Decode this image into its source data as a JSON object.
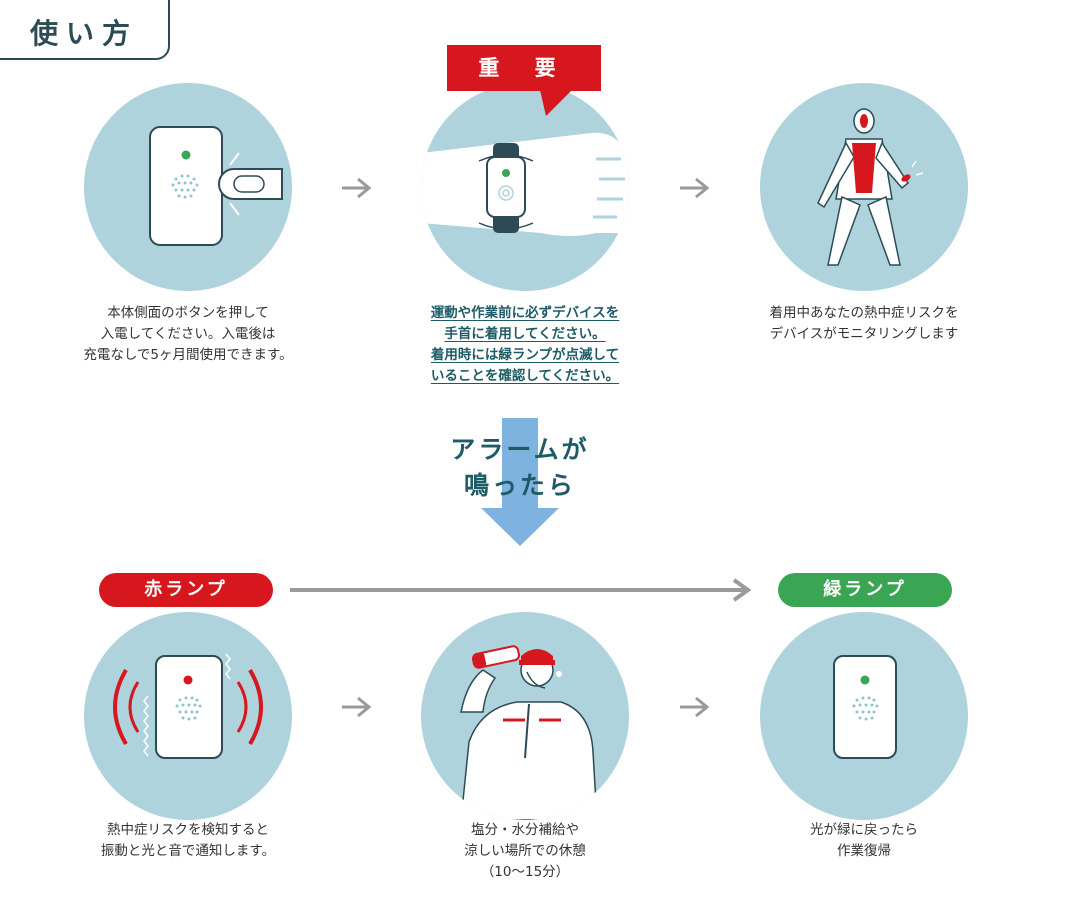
{
  "header": {
    "title": "使い方"
  },
  "steps": {
    "step1": {
      "lines": [
        "本体側面のボタンを押して",
        "入電してください。入電後は",
        "充電なしで5ヶ月間使用できます。"
      ]
    },
    "step2": {
      "badge": "重 要",
      "lines": [
        "運動や作業前に必ずデバイスを",
        "手首に着用してください。",
        "着用時には緑ランプが点滅して",
        "いることを確認してください。"
      ]
    },
    "step3": {
      "lines": [
        "着用中あなたの熱中症リスクを",
        "デバイスがモニタリングします"
      ]
    }
  },
  "alarm": {
    "lines": [
      "アラームが",
      "鳴ったら"
    ]
  },
  "lamps": {
    "red_label": "赤ランプ",
    "green_label": "緑ランプ"
  },
  "alarm_steps": {
    "step4": {
      "lines": [
        "熱中症リスクを検知すると",
        "振動と光と音で通知します。"
      ]
    },
    "step5": {
      "lines": [
        "塩分・水分補給や",
        "涼しい場所での休憩",
        "（10〜15分）"
      ]
    },
    "step6": {
      "lines": [
        "光が緑に戻ったら",
        "作業復帰"
      ]
    }
  },
  "colors": {
    "circle": "#aed3dc",
    "red": "#d6171d",
    "green": "#3aa553",
    "accent_text": "#1d5c66",
    "down_arrow": "#7fb3df",
    "arrow_gray": "#9a9a9a"
  }
}
